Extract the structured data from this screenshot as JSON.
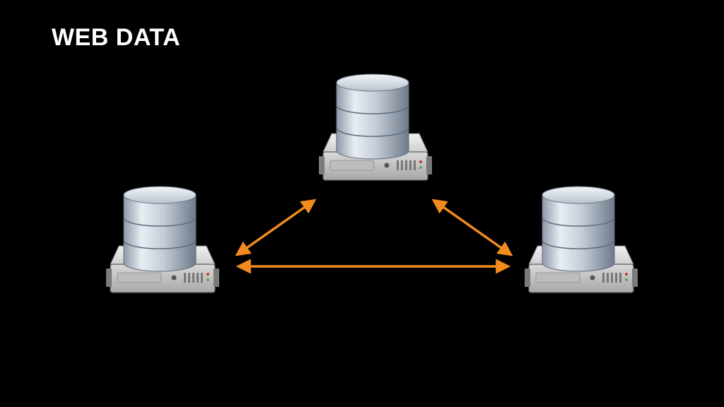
{
  "slide": {
    "title": "WEB DATA"
  },
  "diagram": {
    "nodes": [
      {
        "id": "server-top",
        "icon": "database-server-icon"
      },
      {
        "id": "server-left",
        "icon": "database-server-icon"
      },
      {
        "id": "server-right",
        "icon": "database-server-icon"
      }
    ],
    "edges": [
      {
        "from": "server-left",
        "to": "server-top",
        "direction": "bidirectional"
      },
      {
        "from": "server-top",
        "to": "server-right",
        "direction": "bidirectional"
      },
      {
        "from": "server-left",
        "to": "server-right",
        "direction": "bidirectional"
      }
    ],
    "colors": {
      "background": "#000000",
      "title": "#ffffff",
      "arrow": "#f28c1e",
      "disk": "#c9d1dc",
      "server": "#d8d8d8"
    }
  }
}
